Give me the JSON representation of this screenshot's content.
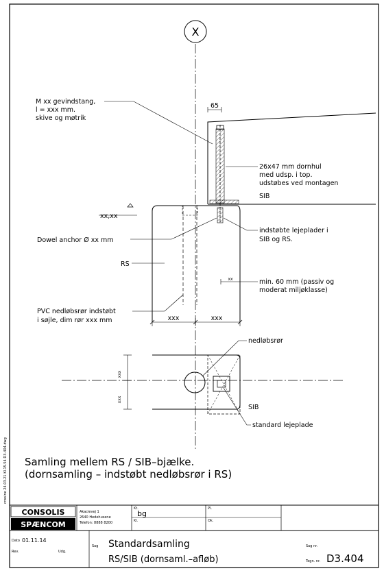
{
  "drawing": {
    "grid_mark": "X",
    "dim_top": "65",
    "callouts": {
      "rod": [
        "M xx gevindstang,",
        "l = xxx mm.",
        "skive og møtrik"
      ],
      "hole": [
        "26x47 mm dornhul",
        "med udsp. i top.",
        "udstøbes ved montagen"
      ],
      "sib_elev": "SIB",
      "level": "xx,xx",
      "dowel": "Dowel anchor Ø xx mm",
      "plates": [
        "indstøbte lejeplader i",
        "SIB og RS."
      ],
      "rs": "RS",
      "cover_dim": "xx",
      "cover": [
        "min. 60 mm (passiv og",
        "moderat miljøklasse)"
      ],
      "pvc": [
        "PVC nedløbsrør indstøbt",
        "i søjle, dim rør xxx mm"
      ],
      "dim_left": "xxx",
      "dim_right": "xxx",
      "downpipe": "nedløbsrør",
      "plan_dim_upper": "xxx",
      "plan_dim_lower": "xxx",
      "sib_plan": "SIB",
      "bearing_plate": "standard lejeplade"
    },
    "description": [
      "Samling mellem RS / SIB–bjælke.",
      "(dornsamling – indstøbt nedløbsrør i RS)"
    ],
    "margin_text": "cnssine  24.03.21  Kl.15.54  D3-404.dwg"
  },
  "title_block": {
    "logo_top": "CONSOLIS",
    "logo_bottom": "SPÆNCOM",
    "address": [
      "Akacievej 1",
      "2640 Hedehusene",
      "Telefon: 8888 8200"
    ],
    "kt_label": "Kt.",
    "kt_value": "bg",
    "kl_label": "Kl.",
    "pl_label": "Pl.",
    "ok_label": "Ok.",
    "dato_label": "Dato",
    "dato_value": "01.11.14",
    "rev_label": "Rev.",
    "udg_label": "Udg.",
    "sag_label": "Sag",
    "title_line1": "Standardsamling",
    "title_line2": "RS/SIB (dornsaml.–afløb)",
    "sagnr_label": "Sag nr.",
    "tegnnr_label": "Tegn. nr.",
    "tegnnr_value": "D3.404"
  }
}
